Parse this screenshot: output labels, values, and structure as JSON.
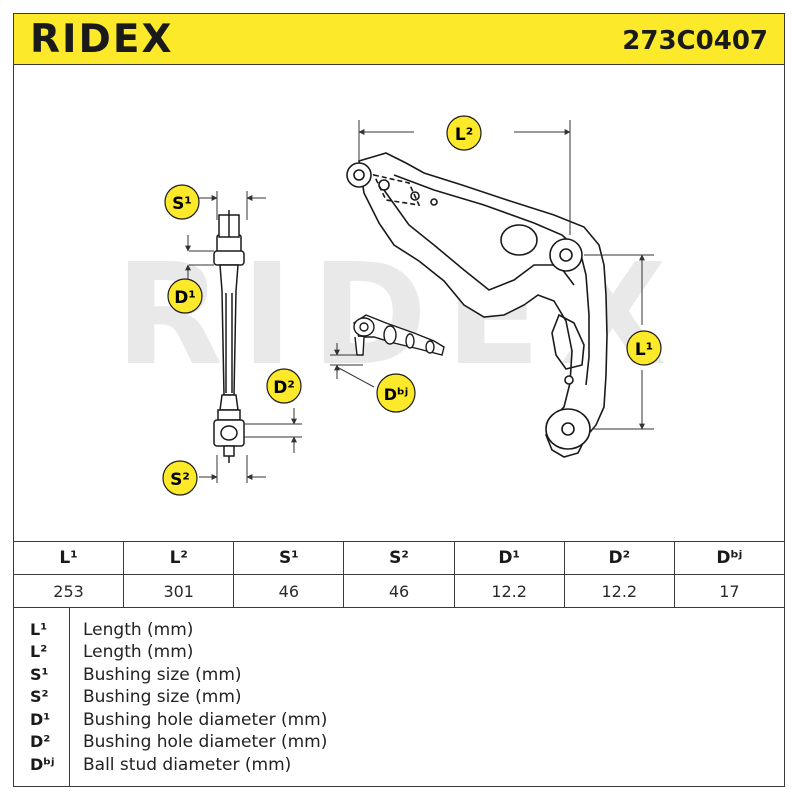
{
  "header": {
    "brand": "RIDEX",
    "part_number": "273C0407"
  },
  "diagram": {
    "watermark": "RIDEX",
    "labels": {
      "L1": "L¹",
      "L2": "L²",
      "S1": "S¹",
      "S2": "S²",
      "D1": "D¹",
      "D2": "D²",
      "Dbj": "Dᵇʲ"
    },
    "colors": {
      "label_bubble": "#fbe92a",
      "line": "#1a1a1a",
      "dimension": "#333333",
      "watermark": "#e6e6e6"
    }
  },
  "specs": {
    "headers": [
      "L¹",
      "L²",
      "S¹",
      "S²",
      "D¹",
      "D²",
      "Dᵇʲ"
    ],
    "values": [
      "253",
      "301",
      "46",
      "46",
      "12.2",
      "12.2",
      "17"
    ]
  },
  "legend": [
    {
      "symbol": "L¹",
      "description": "Length (mm)"
    },
    {
      "symbol": "L²",
      "description": "Length (mm)"
    },
    {
      "symbol": "S¹",
      "description": "Bushing size (mm)"
    },
    {
      "symbol": "S²",
      "description": "Bushing size (mm)"
    },
    {
      "symbol": "D¹",
      "description": "Bushing hole diameter (mm)"
    },
    {
      "symbol": "D²",
      "description": "Bushing hole diameter (mm)"
    },
    {
      "symbol": "Dᵇʲ",
      "description": "Ball stud diameter (mm)"
    }
  ]
}
